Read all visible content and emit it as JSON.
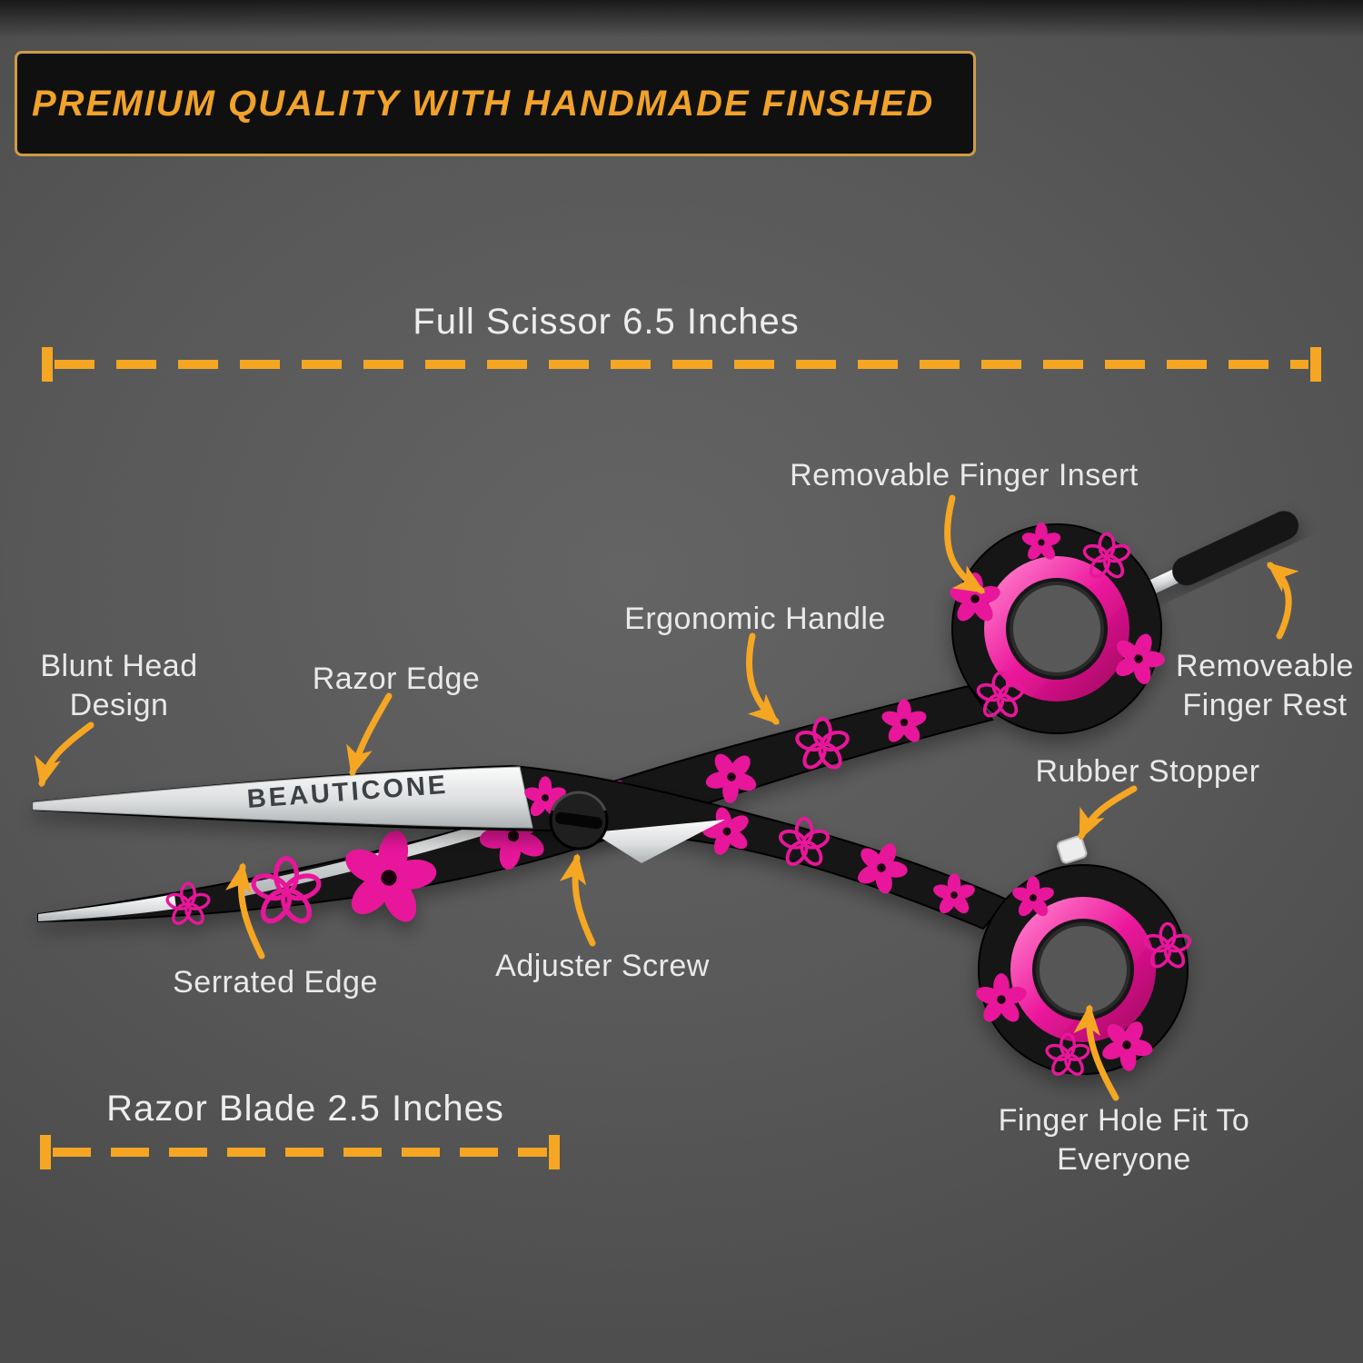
{
  "banner": {
    "title": "PREMIUM QUALITY WITH HANDMADE FINSHED"
  },
  "measurements": {
    "full_scissor_label": "Full Scissor 6.5 Inches",
    "razor_blade_label": "Razor Blade 2.5 Inches"
  },
  "brand": "BEAUTICONE",
  "callouts": {
    "removable_finger_insert": "Removable Finger Insert",
    "ergonomic_handle": "Ergonomic Handle",
    "removeable_finger_rest": "Removeable Finger Rest",
    "rubber_stopper": "Rubber Stopper",
    "blunt_head_design": "Blunt Head Design",
    "razor_edge": "Razor Edge",
    "serrated_edge": "Serrated Edge",
    "adjuster_screw": "Adjuster Screw",
    "finger_hole_fit": "Finger Hole Fit To Everyone"
  },
  "colors": {
    "accent_orange": "#F5A623",
    "flower_pink": "#E8189A",
    "background_gray": "#585858",
    "banner_black": "#101010",
    "steel": "#D8DADB"
  }
}
